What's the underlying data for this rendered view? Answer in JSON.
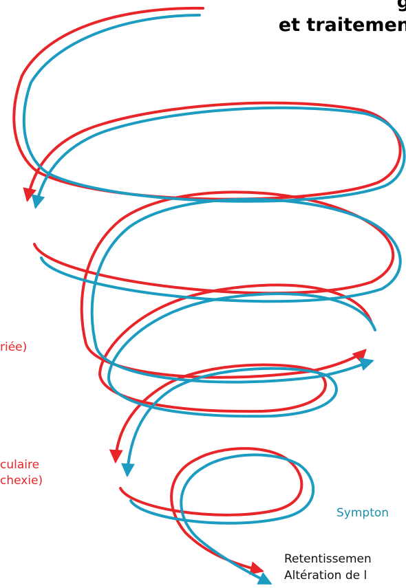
{
  "title": {
    "line1": "g",
    "line2": "et traitemen"
  },
  "labels": {
    "left_top": "riée)",
    "left_bottom_1": "culaire",
    "left_bottom_2": "chexie)",
    "right_symptom": "Sympton",
    "bottom_1": "Retentissemen",
    "bottom_2": "Altération de l"
  },
  "colors": {
    "red": "#e8262a",
    "teal": "#1b9cc0"
  }
}
